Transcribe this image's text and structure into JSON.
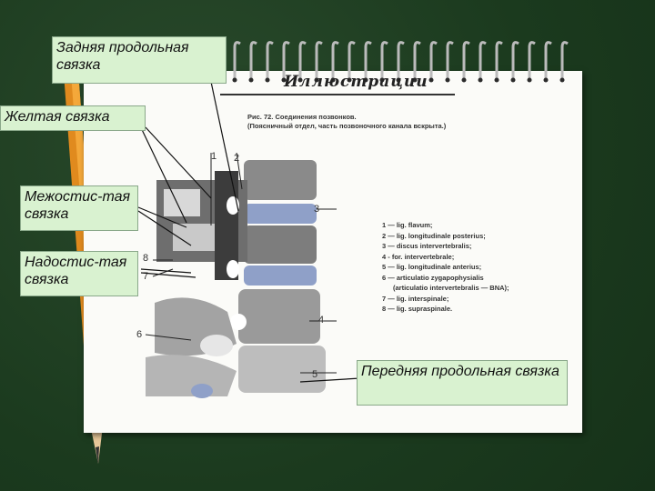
{
  "labels": {
    "posterior_longitudinal": "Задняя продольная связка",
    "ligamentum_flavum": "Желтая связка",
    "interspinous": "Межостис-тая связка",
    "supraspinous": "Надостис-тая связка",
    "anterior_longitudinal": "Передняя продольная связка"
  },
  "notebook": {
    "heading": "Иллюстрации",
    "caption_line1": "Рис. 72. Соединения позвонков.",
    "caption_line2": "(Поясничный отдел, часть позвоночного канала вскрыта.)"
  },
  "figure_numbers": [
    "1",
    "2",
    "3",
    "4",
    "5",
    "6",
    "7",
    "8"
  ],
  "legend": [
    "1 — lig. flavum;",
    "2 — lig. longitudinale posterius;",
    "3 — discus intervertebralis;",
    "4 - for. intervertebrale;",
    "5 — lig. longitudinale anterius;",
    "6 — articulatio zygapophysialis",
    "(articulatio intervertebralis — BNA);",
    "7 — lig. interspinale;",
    "8 — lig. supraspinale."
  ],
  "colors": {
    "label_bg": "#d9f2d0",
    "background": "#1f3d22",
    "disc": "#8fa0c8"
  }
}
